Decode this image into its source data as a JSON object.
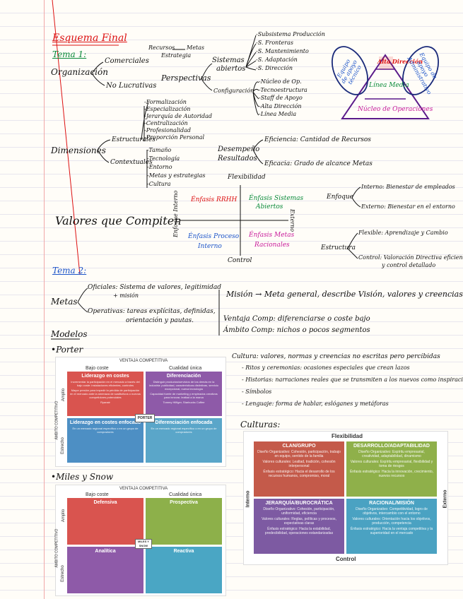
{
  "title": "Esquema Final",
  "tema1": {
    "heading": "Tema 1:",
    "organizacion": "Organización",
    "comerciales": "Comerciales",
    "no_lucrativas": "No Lucrativas",
    "recursos": "Recursos",
    "metas": "Metas",
    "estrategia": "Estrategia",
    "perspectivas": "Perspectivas",
    "sistemas_abiertos_1": "Sistemas",
    "sistemas_abiertos_2": "abiertos",
    "configuracion": "Configuración",
    "sub_items": [
      "Subsistema Producción",
      "S. Fronteras",
      "S. Mantenimiento",
      "S. Adaptación",
      "S. Dirección"
    ],
    "config_items": [
      "Núcleo de Op.",
      "Tecnoestructura",
      "Staff de Apoyo",
      "Alta Dirección",
      "Línea Media"
    ],
    "pyramid": {
      "top": "Alta Dirección",
      "middle": "Línea Media",
      "base": "Núcleo de Operaciones",
      "left_oval": "Equipo de apoyo técnico",
      "right_oval": "Equipo de apoyo Administrativo"
    },
    "dimensiones": "Dimensiones",
    "estructurales": "Estructurales",
    "contextuales": "Contextuales",
    "estructurales_items": [
      "Formalización",
      "Especialización",
      "Jerarquía de Autoridad",
      "Centralización",
      "Profesionalidad",
      "Proporción Personal"
    ],
    "contextuales_items": [
      "Tamaño",
      "Tecnología",
      "Entorno",
      "Metas y estrategias",
      "Cultura"
    ],
    "desempeno_1": "Desempeño",
    "desempeno_2": "Resultados",
    "eficiencia": "Eficiencia: Cantidad de Recursos",
    "eficacia": "Eficacia: Grado de alcance Metas",
    "valores": "Valores que Compiten",
    "flexibilidad": "Flexibilidad",
    "control": "Control",
    "enfoque_interno": "Enfoque Interno",
    "externo": "Externo",
    "q1": "Énfasis RRHH",
    "q2_1": "Énfasis Sistemas",
    "q2_2": "Abiertos",
    "q3_1": "Énfasis Proceso",
    "q3_2": "Interno",
    "q4_1": "Énfasis Metas",
    "q4_2": "Racionales",
    "enfoque": "Enfoque",
    "enfoque_interno_def": "Interno: Bienestar de empleados",
    "enfoque_externo_def": "Externo: Bienestar en el entorno",
    "estructura": "Estructura",
    "flexible_def": "Flexible: Aprendizaje y Cambio",
    "control_def_1": "Control: Valoración Directiva eficiencia",
    "control_def_2": "y control detallado"
  },
  "tema2": {
    "heading": "Tema 2:",
    "metas": "Metas",
    "oficiales": "Oficiales: Sistema de valores, legitimidad",
    "oficiales_2": "+ misión",
    "operativas": "Operativas: tareas explícitas, definidas,",
    "operativas_2": "orientación y pautas.",
    "mision": "Misión → Meta general, describe Visión, valores y creencias",
    "ventaja": "Ventaja Comp: diferenciarse o coste bajo",
    "ambito": "Ámbito Comp: nichos o pocos segmentos",
    "modelos": "Modelos",
    "porter": "•Porter",
    "miles": "•Miles y Snow",
    "cultura_head": "Cultura: valores, normas y creencias no escritas pero percibidas",
    "cultura_items": [
      "- Ritos y ceremonias: ocasiones especiales que crean lazos",
      "- Historias: narraciones reales que se transmiten a los nuevos como inspiración",
      "- Símbolos",
      "- Lenguaje: forma de hablar, eslóganes y metáforas"
    ],
    "culturas": "Culturas:"
  },
  "porter_chart": {
    "header": "VENTAJA COMPETITIVA",
    "col1": "Bajo coste",
    "col2": "Cualidad única",
    "row1": "Amplio",
    "row2": "Estrecho",
    "side": "ÁMBITO COMPETITIVO",
    "center": "PORTER",
    "cells": [
      {
        "title": "Liderazgo en costes",
        "text": "Incrementar la participación en el mercado a través del bajo coste: instalaciones eficientes, controles",
        "text2": "Mayor presión para impedir la pérdida de participación en el mercado ante la amenaza de sustitutivos o nuevos competidores potenciales",
        "ex": "Ryanair",
        "color": "#d9544f"
      },
      {
        "title": "Diferenciación",
        "text": "Distinguir productos/servicios de los demás en la industria: publicidad, características distintivas, servicio excepcional, nueva tecnología",
        "text2": "Capacidad fuerte de marketing y empleados creativos para innovar, lealtad a la marca",
        "ex": "Tommy Hilfiger, Starbucks Coffee",
        "color": "#8e5aa8"
      },
      {
        "title": "Liderazgo en costes enfocado",
        "text": "En un mercado regional específico o en un grupo de compradores",
        "color": "#4d8fc4"
      },
      {
        "title": "Diferenciación enfocada",
        "text": "En un mercado regional específico o en un grupo de compradores",
        "color": "#5aa6c9"
      }
    ]
  },
  "miles_chart": {
    "header": "VENTAJA COMPETITIVA",
    "col1": "Bajo coste",
    "col2": "Cualidad única",
    "row1": "Amplio",
    "row2": "Estrecho",
    "side": "ÁMBITO COMPETITIVO",
    "center": "MILES Y SNOW",
    "cells": [
      {
        "title": "Defensiva",
        "color": "#d9544f"
      },
      {
        "title": "Prospectiva",
        "color": "#8db04a"
      },
      {
        "title": "Analítica",
        "color": "#8e5aa8"
      },
      {
        "title": "Reactiva",
        "color": "#4aa6c4"
      }
    ]
  },
  "cultures_chart": {
    "top": "Flexibilidad",
    "bottom": "Control",
    "left": "Interno",
    "right": "Externo",
    "cells": [
      {
        "title": "CLAN/GRUPO",
        "l1": "Diseño Organizativo: Cohesión, participación, trabajo en equipo, sentido de la familia",
        "l2": "Valores culturales: Lealtad, tradición, cohesión interpersonal",
        "l3": "Énfasis estratégico: Hacia el desarrollo de los recursos humanos, compromiso, moral",
        "color": "#c45a4a"
      },
      {
        "title": "DESARROLLO/ADAPTABILIDAD",
        "l1": "Diseño Organizativo: Espíritu empresarial, creatividad, adaptabilidad, dinamismo",
        "l2": "Valores culturales: Espíritu empresarial, flexibilidad y toma de riesgos",
        "l3": "Énfasis estratégico: Hacia la innovación, crecimiento, nuevos recursos",
        "color": "#8fb04a"
      },
      {
        "title": "JERARQUÍA/BUROCRÁTICA",
        "l1": "Diseño Organizativo: Cohesión, participación, uniformidad, eficiencia",
        "l2": "Valores culturales: Reglas, políticas y procesos, expectativas claras",
        "l3": "Énfasis estratégico: Hacia la estabilidad, predecibilidad, operaciones estandarizadas",
        "color": "#7d5aa2"
      },
      {
        "title": "RACIONAL/MISIÓN",
        "l1": "Diseño Organizativo: Competitividad, logro de objetivos, intercambio con el entorno",
        "l2": "Valores culturales: Orientación hacia los objetivos, producción, competencia",
        "l3": "Énfasis estratégico: Hacia la ventaja competitiva y la superioridad en el mercado",
        "color": "#4aa2c2"
      }
    ]
  }
}
